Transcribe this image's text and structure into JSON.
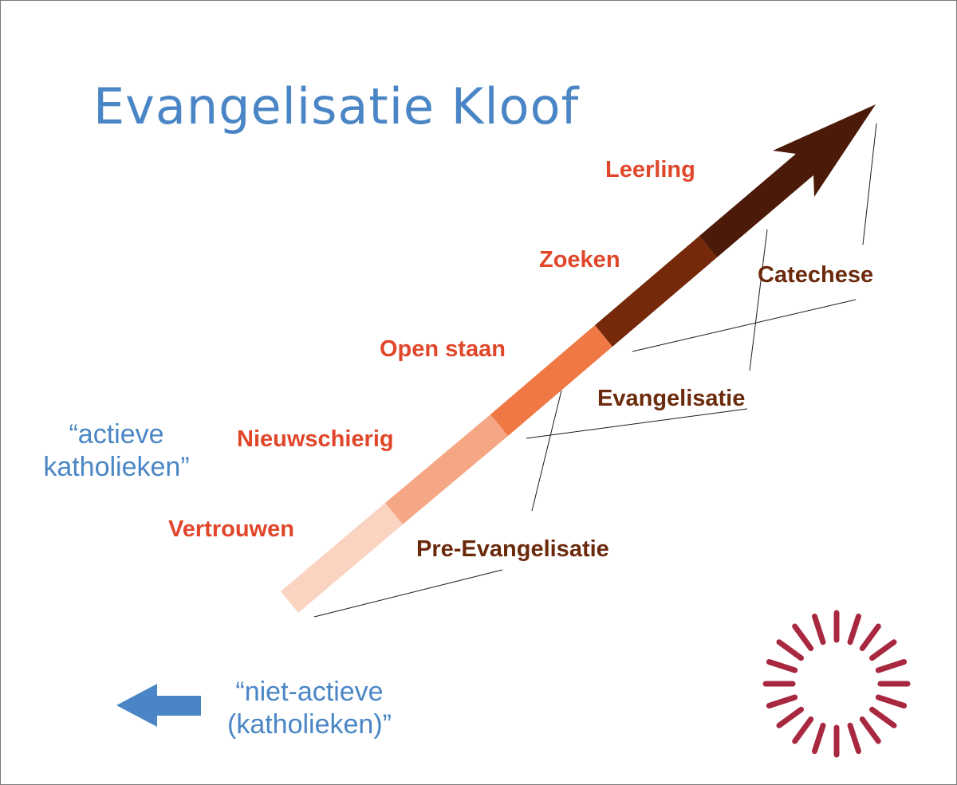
{
  "title": "Evangelisatie Kloof",
  "stages": {
    "s1": "Vertrouwen",
    "s2": "Nieuwschierig",
    "s3": "Open staan",
    "s4": "Zoeken",
    "s5": "Leerling"
  },
  "phases": {
    "p1": "Pre-Evangelisatie",
    "p2": "Evangelisatie",
    "p3": "Catechese"
  },
  "labels": {
    "active_line1": "“actieve",
    "active_line2": "katholieken”",
    "inactive_line1": "“niet-actieve",
    "inactive_line2": "(katholieken)”"
  },
  "colors": {
    "title": "#4a86c5",
    "stage_text": "#e0462a",
    "phase_text": "#6b2a0c",
    "segment1": "#fbd3c1",
    "segment2": "#f5a785",
    "segment3": "#ef7844",
    "segment4": "#75290a",
    "segment5": "#4c1a08",
    "arrow_left": "#4a86c5",
    "logo": "#a8293f"
  },
  "icons": {
    "progress_arrow": "diagonal-arrow",
    "direction_arrow": "arrow-left-icon",
    "logo": "sunburst-logo-icon"
  }
}
